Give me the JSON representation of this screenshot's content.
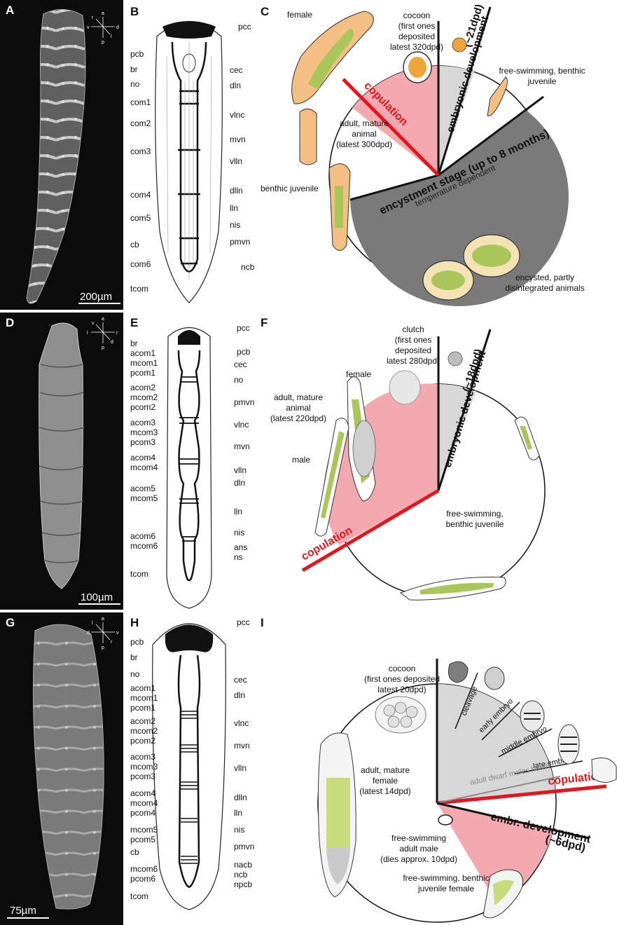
{
  "figure": {
    "panel_labels": [
      "A",
      "B",
      "C",
      "D",
      "E",
      "F",
      "G",
      "H",
      "I"
    ],
    "scale_bars": {
      "A": "200µm",
      "D": "100µm",
      "G": "75µm"
    },
    "compass": {
      "A": {
        "top": "a",
        "bottom": "p",
        "left": "v",
        "right": "d",
        "upper_left": "r",
        "lower_right": "l"
      },
      "D": {
        "top": "a",
        "bottom": "p",
        "left": "l",
        "right": "r",
        "upper_left": "v",
        "lower_right": "d"
      },
      "G": {
        "top": "a",
        "bottom": "p",
        "left": "d",
        "right": "v",
        "upper_left": "l",
        "lower_right": "r"
      }
    },
    "panel_B": {
      "left_labels": [
        "pcb",
        "br",
        "no",
        "com1",
        "com2",
        "com3",
        "com4",
        "com5",
        "cb",
        "com6",
        "tcom"
      ],
      "right_labels": [
        "pcc",
        "cec",
        "dln",
        "vlnc",
        "mvn",
        "vlln",
        "dlln",
        "lln",
        "nis",
        "pmvn",
        "ncb"
      ]
    },
    "panel_E": {
      "left_labels": [
        "br",
        "acom1",
        "mcom1",
        "pcom1",
        "acom2",
        "mcom2",
        "pcom2",
        "acom3",
        "mcom3",
        "pcom3",
        "acom4",
        "mcom4",
        "acom5",
        "mcom5",
        "acom6",
        "mcom6",
        "tcom"
      ],
      "right_labels": [
        "pcc",
        "pcb",
        "cec",
        "no",
        "pmvn",
        "vlnc",
        "mvn",
        "vlln",
        "dln",
        "lln",
        "nis",
        "ans",
        "ns"
      ]
    },
    "panel_H": {
      "left_labels": [
        "pcb",
        "br",
        "no",
        "acom1",
        "mcom1",
        "pcom1",
        "acom2",
        "mcom2",
        "pcom2",
        "acom3",
        "mcom3",
        "pcom3",
        "acom4",
        "mcom4",
        "pcom4",
        "mcom5",
        "pcom5",
        "cb",
        "mcom6",
        "pcom6",
        "tcom"
      ],
      "right_labels": [
        "pcc",
        "cec",
        "dln",
        "vlnc",
        "mvn",
        "vlln",
        "dlln",
        "lln",
        "nis",
        "pmvn",
        "nacb",
        "ncb",
        "npcb"
      ]
    },
    "panel_C": {
      "female": "female",
      "cocoon": [
        "cocoon",
        "(first ones",
        "deposited",
        "latest 320dpd)"
      ],
      "embryonic": "embryonic development",
      "embryonic_days": "(~21dpd)",
      "free_swimming": [
        "free-swimming, benthic",
        "juvenile"
      ],
      "copulation": "copulation",
      "adult": [
        "adult, mature",
        "animal",
        "(latest 300dpd)"
      ],
      "benthic_juvenile": "benthic juvenile",
      "temperature": "temperature dependent",
      "encystment": "encystment stage (up to 8 months)",
      "encysted": [
        "encysted, partly",
        "disintegrated animals"
      ]
    },
    "panel_F": {
      "clutch": [
        "clutch",
        "(first ones",
        "deposited",
        "latest 280dpd)"
      ],
      "female": "female",
      "adult": [
        "adult, mature",
        "animal",
        "(latest 220dpd)"
      ],
      "male": "male",
      "embryonic": "embryonic development",
      "embryonic_days": "(~18dpd)",
      "free_swimming": [
        "free-swimming,",
        "benthic juvenile"
      ],
      "copulation": "copulation"
    },
    "panel_I": {
      "cocoon": [
        "cocoon",
        "(first ones deposited",
        "latest 20dpd)"
      ],
      "stages": [
        "cleavage",
        "early embryo",
        "middle embryo",
        "late embryo"
      ],
      "dwarf": "adult dwarf males hatch",
      "copulation": "copulation",
      "embr_dev": "embr. development",
      "embr_days": "(~6dpd)",
      "adult_female": [
        "adult, mature",
        "female",
        "(latest 14dpd)"
      ],
      "male": [
        "free-swimming",
        "adult male",
        "(dies approx. 10dpd)"
      ],
      "juvenile_female": [
        "free-swimming, benthic",
        "juvenile female"
      ]
    }
  }
}
